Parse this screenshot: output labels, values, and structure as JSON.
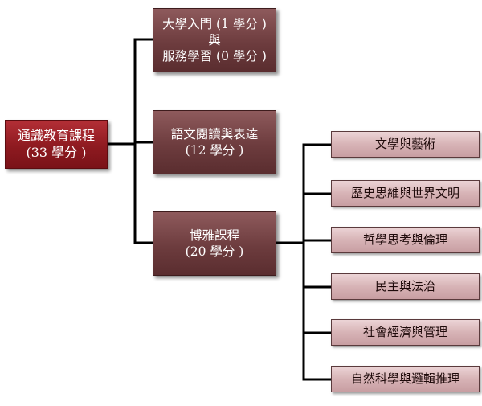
{
  "root": {
    "line1": "通識教育課程",
    "line2": "(33 學分 )"
  },
  "groups": [
    {
      "line1": "大學入門 (1 學分 )",
      "line2": "與",
      "line3": "服務學習 (0 學分 )"
    },
    {
      "line1": "語文閱讀與表達",
      "line2": "(12 學分 )"
    },
    {
      "line1": "博雅課程",
      "line2": "(20 學分 )"
    }
  ],
  "liberal_arts_areas": [
    "文學與藝術",
    "歷史思維與世界文明",
    "哲學思考與倫理",
    "民主與法治",
    "社會經濟與管理",
    "自然科學與邏輯推理"
  ]
}
